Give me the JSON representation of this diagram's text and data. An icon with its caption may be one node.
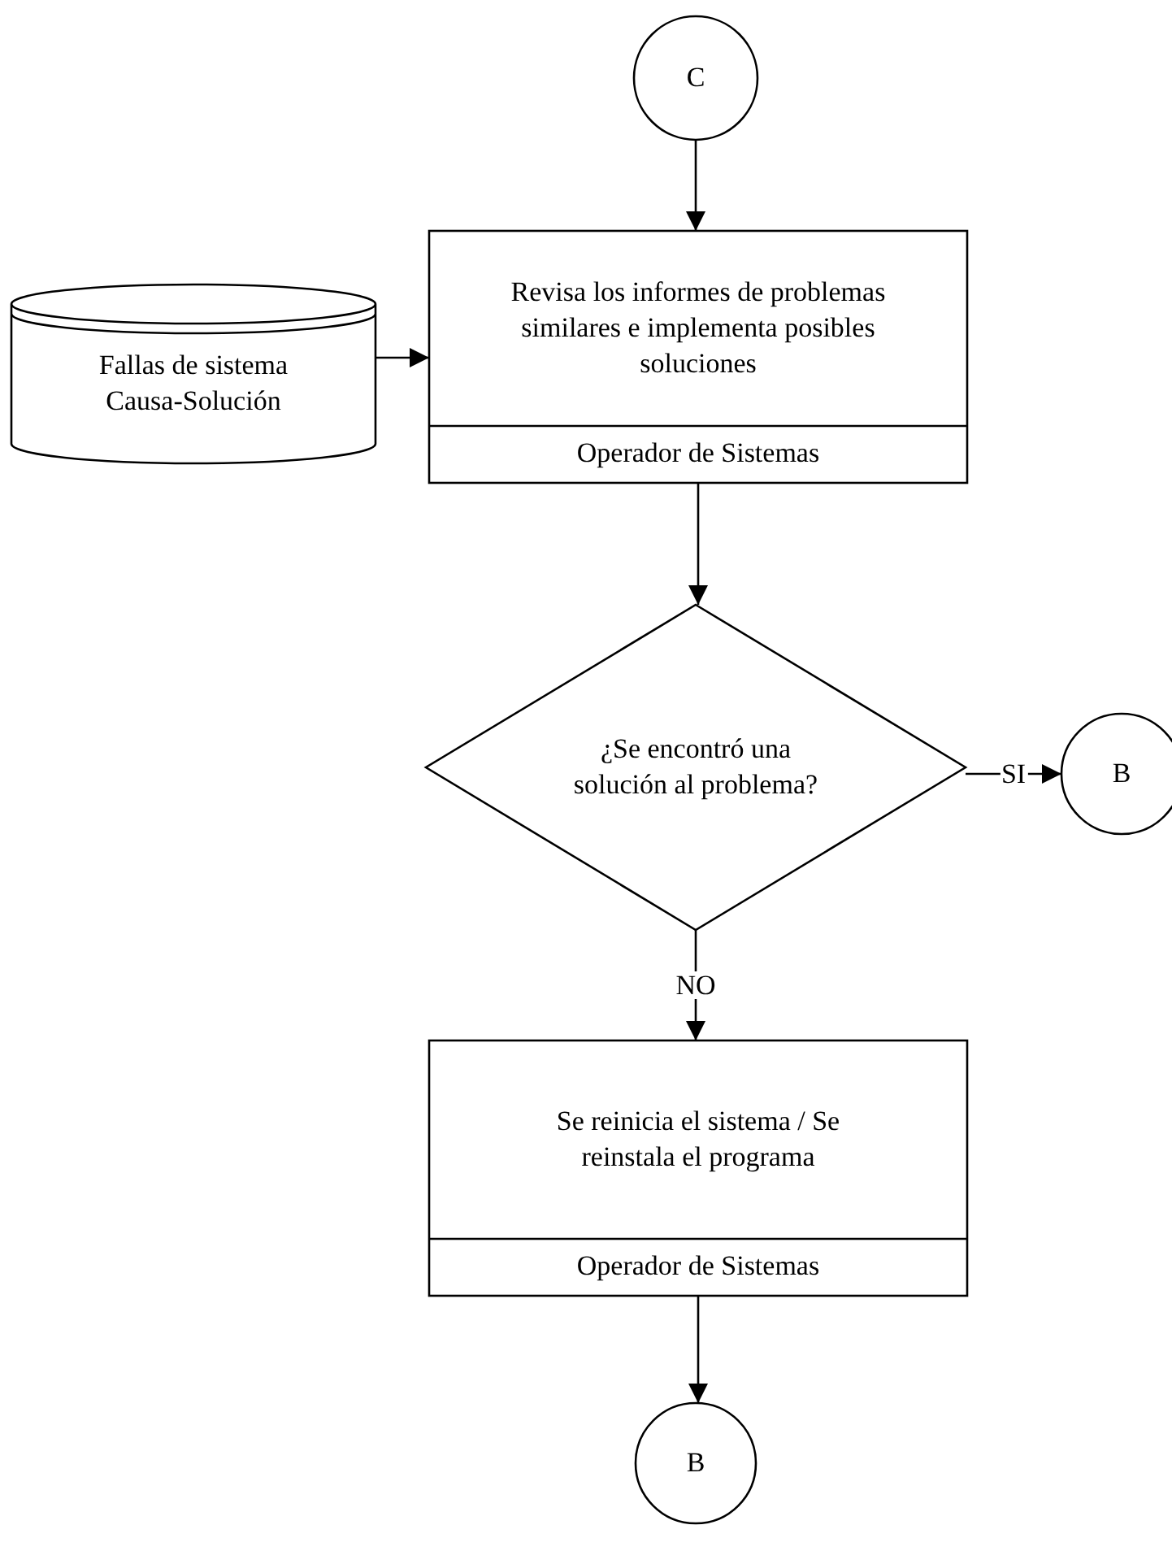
{
  "diagram": {
    "nodes": [
      {
        "text": [
          "C"
        ]
      },
      {
        "text": [
          "Revisa los informes de problemas similares e implementa posibles soluciones",
          "Operador de Sistemas"
        ]
      },
      {
        "text": [
          "Fallas de sistema Causa-Solución"
        ]
      },
      {
        "text": [
          "¿Se encontró una solución al problema?"
        ]
      },
      {
        "text": [
          "B"
        ]
      },
      {
        "text": [
          "Se reinicia el sistema / Se reinstala el programa",
          "Operador de Sistemas"
        ]
      },
      {
        "text": [
          "B"
        ]
      }
    ],
    "edges": [
      {
        "from": 0,
        "to": 1,
        "arrow": "to"
      },
      {
        "from": 2,
        "to": 1,
        "arrow": "to"
      },
      {
        "from": 1,
        "to": 3,
        "arrow": "to"
      },
      {
        "from": 3,
        "to": 4,
        "arrow": "to",
        "label": "SI"
      },
      {
        "from": 3,
        "to": 5,
        "arrow": "to",
        "label": "NO"
      },
      {
        "from": 5,
        "to": 6,
        "arrow": "to"
      }
    ]
  }
}
